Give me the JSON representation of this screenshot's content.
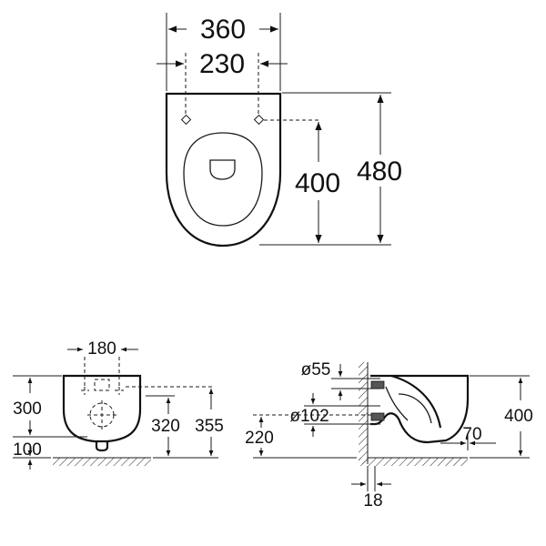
{
  "top_view": {
    "width_outer": "360",
    "width_holes": "230",
    "height_holes": "400",
    "length_total": "480"
  },
  "back_view": {
    "holes_spacing": "180",
    "height_upper": "300",
    "height_lower": "100",
    "height_mid": "320",
    "height_top": "355"
  },
  "side_view": {
    "dia_small": "ø55",
    "dia_large": "ø102",
    "height_outlet": "220",
    "height_total": "400",
    "projection": "70",
    "wall_offset": "18"
  }
}
